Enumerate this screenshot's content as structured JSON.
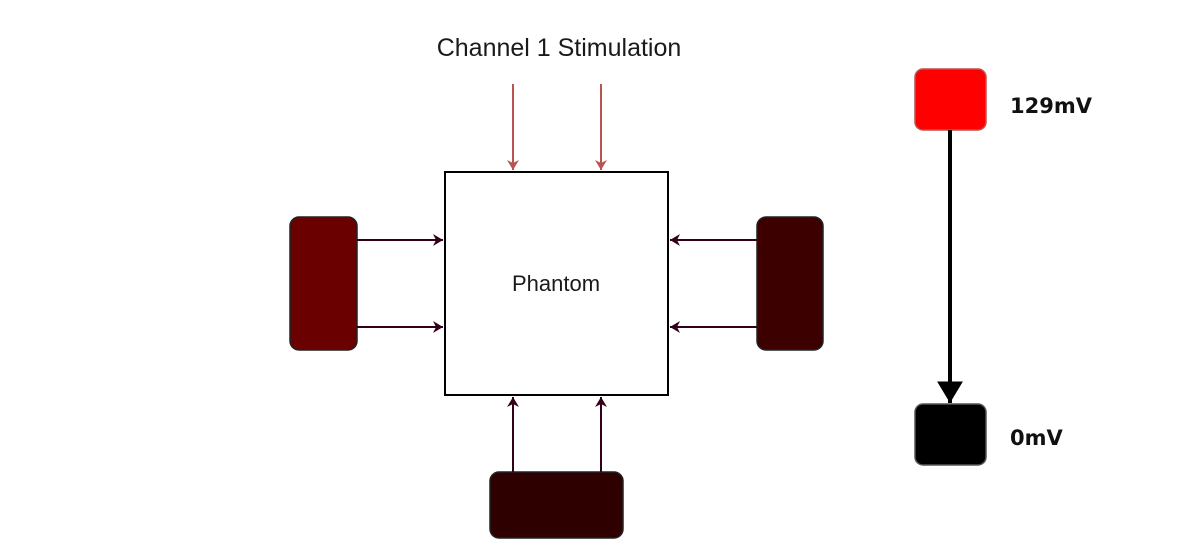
{
  "title": "Channel 1 Stimulation",
  "center": {
    "label": "Phantom"
  },
  "electrodes": {
    "left": {
      "color": "#6a0000"
    },
    "right": {
      "color": "#3d0000"
    },
    "bottom": {
      "color": "#2e0000"
    }
  },
  "arrows": {
    "stimulation_color": "#b85450",
    "electrode_color": "#33001a",
    "scale_color": "#000000"
  },
  "scale": {
    "max": {
      "label": "129mV",
      "color": "#ff0000",
      "stroke": "#b85450"
    },
    "min": {
      "label": "0mV",
      "color": "#000000",
      "stroke": "#555555"
    }
  }
}
